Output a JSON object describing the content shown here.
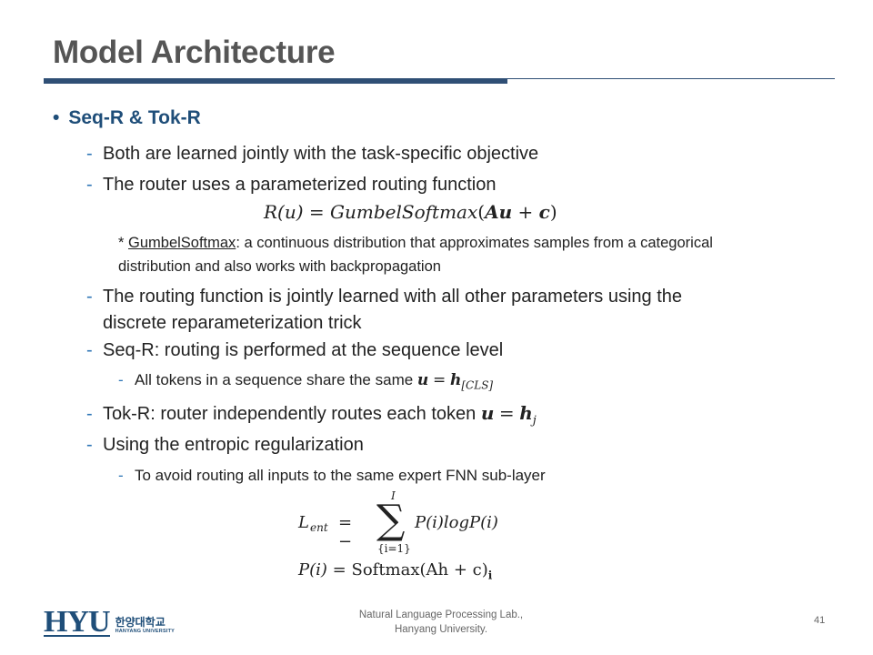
{
  "slide": {
    "title": "Model Architecture",
    "bullet": "Seq-R & Tok-R",
    "items": [
      "Both are learned jointly with the task-specific objective",
      "The router uses a parameterized routing function"
    ],
    "eq_routing": {
      "lhs": "R(u)",
      "rhs_fn": "GumbelSoftmax",
      "rhs_arg_A": "A",
      "rhs_arg_u": "u",
      "rhs_plus": "+",
      "rhs_arg_c": "c"
    },
    "note": {
      "star": "* ",
      "term": "GumbelSoftmax",
      "text": ":  a continuous distribution that approximates samples from a categorical distribution and also works with backpropagation"
    },
    "item_routing_line1": "The routing function is jointly learned with all other parameters using the",
    "item_routing_line2": "discrete reparameterization trick",
    "item_seqr": "Seq-R: routing is performed at the sequence level",
    "sub_seqr_text": "All tokens in a sequence share the same ",
    "sub_seqr_var": "u",
    "sub_seqr_eq": "=",
    "sub_seqr_h": "h",
    "sub_seqr_sub": "[CLS]",
    "item_tokr_text": "Tok-R: router independently routes each token ",
    "item_tokr_var": "u",
    "item_tokr_eq": "=",
    "item_tokr_h": "h",
    "item_tokr_sub": "j",
    "item_entropic": "Using the entropic regularization",
    "sub_entropic": "To avoid routing all inputs to the same expert FNN sub-layer",
    "eq_ent": {
      "lhs": "L",
      "lhs_sub": "ent",
      "eq": "= −",
      "sigma": "∑",
      "sup": "I",
      "sub": "{i=1}",
      "term": "P(i)logP(i)"
    },
    "eq_p": {
      "lhs": "P(i)",
      "eq": "=",
      "rhs": "Softmax(Ah + c)",
      "sub": "i"
    }
  },
  "footer": {
    "line1": "Natural Language Processing  Lab.,",
    "line2": "Hanyang University.",
    "page": "41",
    "logo_main": "HYU",
    "logo_korean": "한양대학교",
    "logo_english": "HANYANG UNIVERSITY"
  },
  "colors": {
    "title": "#555555",
    "accent": "#1f4e79",
    "dash": "#2e75b6"
  }
}
